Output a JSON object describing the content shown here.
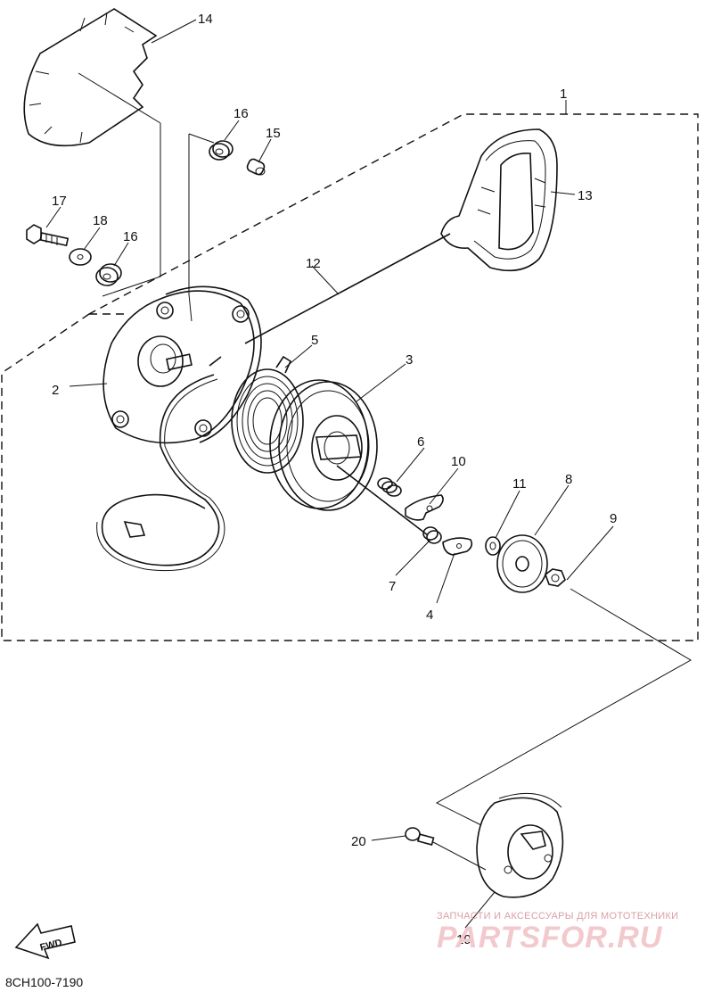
{
  "callouts": [
    "1",
    "2",
    "3",
    "4",
    "5",
    "6",
    "7",
    "8",
    "9",
    "10",
    "11",
    "12",
    "13",
    "14",
    "15",
    "16",
    "16",
    "17",
    "18",
    "19",
    "20"
  ],
  "diagram_code": "8CH100-7190",
  "fwd_label": "FWD",
  "watermark": {
    "tagline": "ЗАПЧАСТИ И АКСЕССУАРЫ ДЛЯ МОТОТЕХНИКИ",
    "logo": "PARTSFOR.RU"
  },
  "colors": {
    "line": "#111111",
    "watermark": "#e8a6ad",
    "background": "#ffffff"
  }
}
